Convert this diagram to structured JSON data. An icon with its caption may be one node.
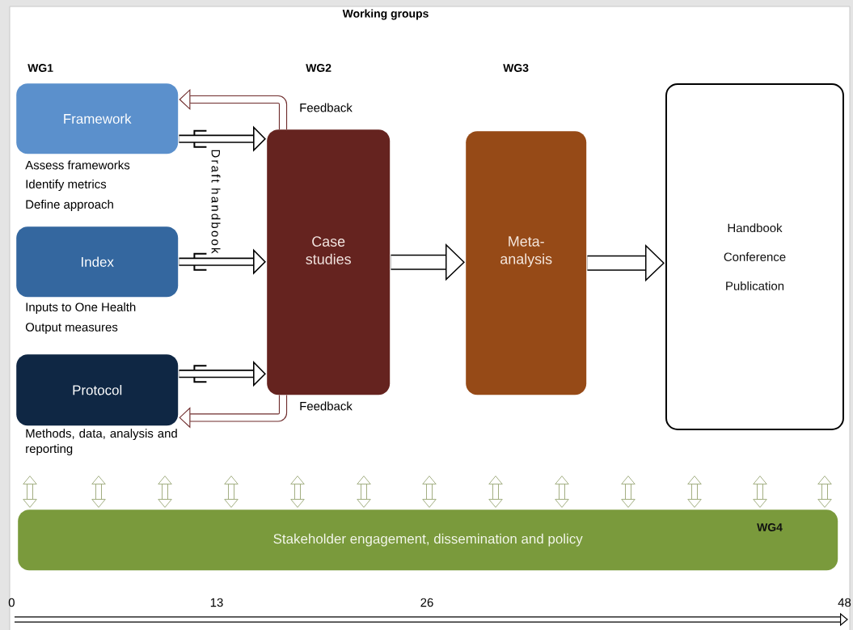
{
  "diagram": {
    "title": "Working groups",
    "nodes": [
      {
        "text": [
          "Framework"
        ],
        "beside": [
          "Assess frameworks",
          "Identify metrics",
          "Define approach"
        ]
      },
      {
        "text": [
          "Index"
        ],
        "beside": [
          "Inputs to One Health",
          "Output measures"
        ]
      },
      {
        "text": [
          "Protocol"
        ],
        "beside": [
          "Methods, data, analysis and reporting"
        ]
      },
      {
        "text": [
          "Case studies"
        ]
      },
      {
        "text": [
          "Meta-analysis"
        ]
      },
      {
        "text": [
          "Handbook",
          "Conference",
          "Publication"
        ]
      },
      {
        "text": [
          "Stakeholder engagement, dissemination and policy",
          "WG4"
        ]
      }
    ],
    "edges": [
      {
        "from": 0,
        "to": 3,
        "arrow": "to",
        "color": "#000000"
      },
      {
        "from": 1,
        "to": 3,
        "arrow": "to",
        "color": "#000000"
      },
      {
        "from": 2,
        "to": 3,
        "arrow": "to",
        "color": "#000000"
      },
      {
        "from": 3,
        "to": 0,
        "arrow": "to",
        "label": "Feedback",
        "color": "#6e2b2b"
      },
      {
        "from": 3,
        "to": 2,
        "arrow": "to",
        "label": "Feedback",
        "color": "#6e2b2b"
      },
      {
        "from": 3,
        "to": 4,
        "arrow": "to",
        "style": "thick",
        "color": "#000000"
      },
      {
        "from": 4,
        "to": 5,
        "arrow": "to",
        "style": "thick",
        "color": "#000000"
      },
      {
        "from": null,
        "to": 6,
        "arrow": "both"
      },
      {
        "from": null,
        "to": 6,
        "arrow": "both"
      },
      {
        "from": null,
        "to": 6,
        "arrow": "both"
      },
      {
        "from": null,
        "to": 6,
        "arrow": "both"
      },
      {
        "from": null,
        "to": 6,
        "arrow": "both"
      },
      {
        "from": null,
        "to": 6,
        "arrow": "both"
      },
      {
        "from": null,
        "to": 6,
        "arrow": "both"
      },
      {
        "from": null,
        "to": 6,
        "arrow": "both"
      },
      {
        "from": null,
        "to": 6,
        "arrow": "both"
      },
      {
        "from": null,
        "to": 6,
        "arrow": "both"
      },
      {
        "from": null,
        "to": 6,
        "arrow": "both"
      },
      {
        "from": null,
        "to": 6,
        "arrow": "both"
      },
      {
        "from": null,
        "to": 6,
        "arrow": "both"
      }
    ],
    "labels": [
      "WG1",
      "WG2",
      "WG3",
      "Draft handbook",
      "0",
      "13",
      "26",
      "48"
    ]
  }
}
